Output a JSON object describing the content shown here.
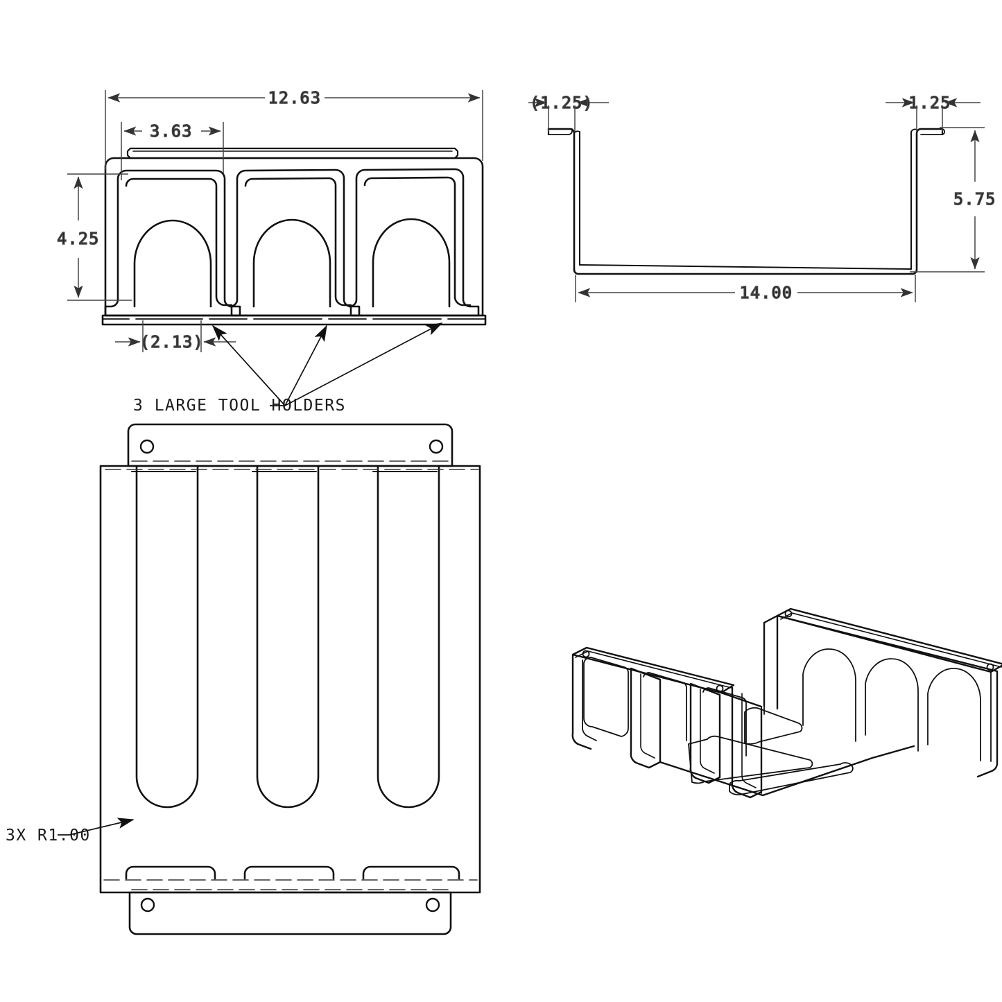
{
  "drawing": {
    "type": "engineering-part-drawing",
    "line_color": "#111111",
    "dim_line_color": "#444444",
    "background": "#ffffff",
    "units": "inches",
    "views": [
      {
        "name": "top-view",
        "label": ""
      },
      {
        "name": "side-view",
        "label": ""
      },
      {
        "name": "front-view",
        "label": ""
      },
      {
        "name": "isometric-view",
        "label": ""
      }
    ]
  },
  "dimensions": {
    "overall_width": "12.63",
    "holder_pitch": "3.63",
    "holder_height": "4.25",
    "slot_width_ref": "(2.13)",
    "flange_left_ref": "(1.25)",
    "flange_right": "1.25",
    "depth": "14.00",
    "wall_height": "5.75"
  },
  "notes": {
    "tool_holders": "3 LARGE TOOL HOLDERS",
    "radius_callout": "3X R1.00"
  }
}
